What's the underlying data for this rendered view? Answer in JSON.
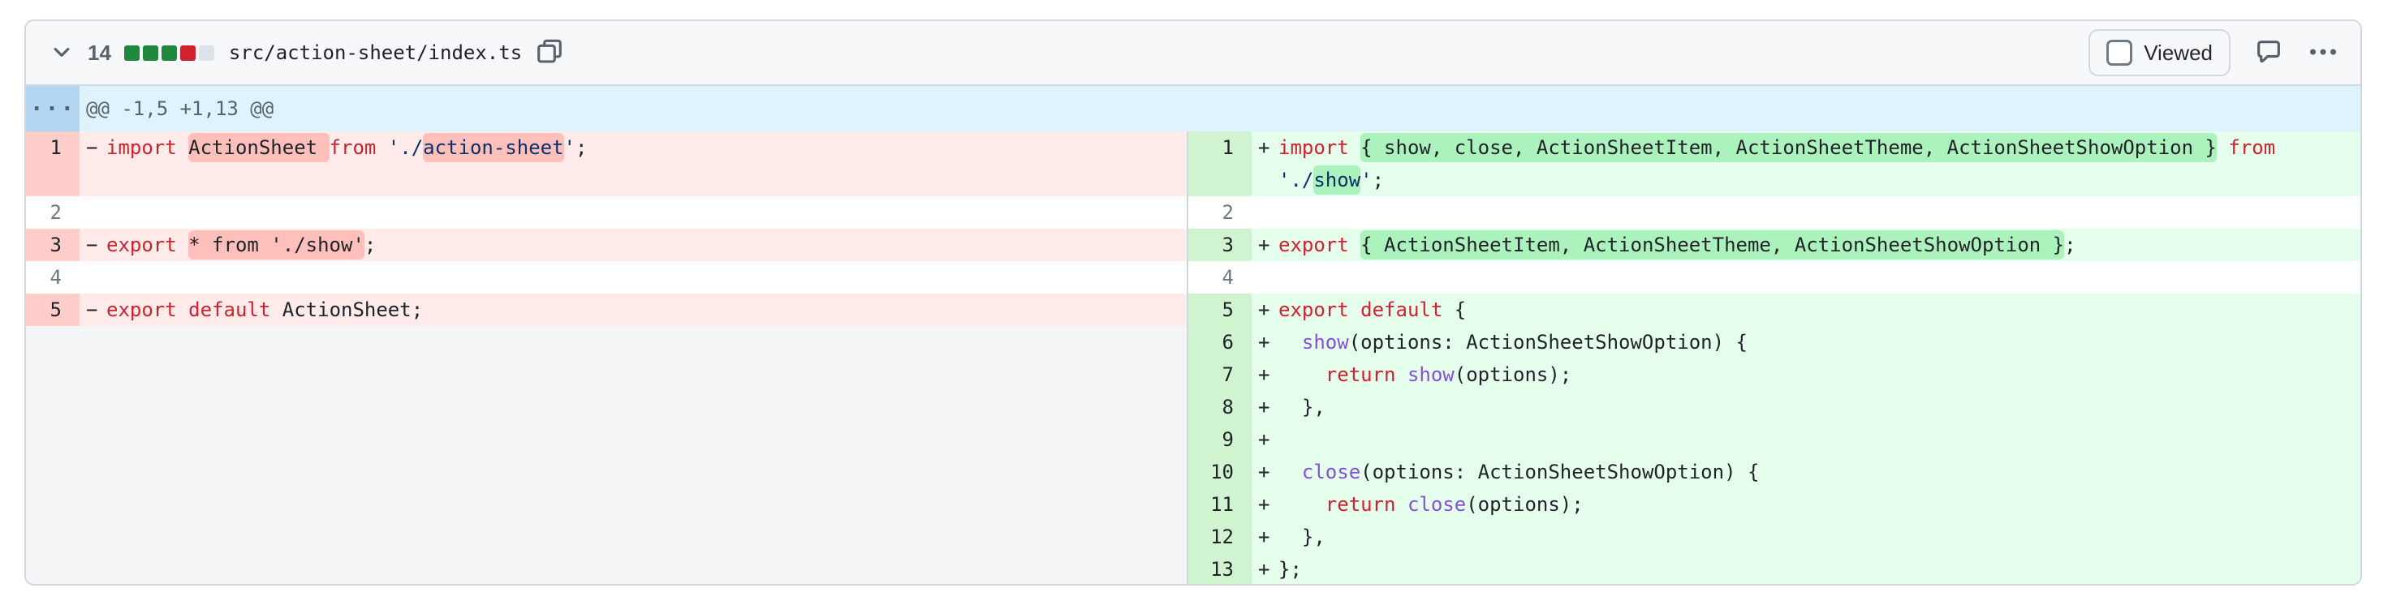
{
  "header": {
    "changes_count": "14",
    "diffstat_squares": [
      "#1f883d",
      "#1f883d",
      "#1f883d",
      "#cf222e",
      "#dde2e8"
    ],
    "filename": "src/action-sheet/index.ts",
    "viewed_label": "Viewed",
    "icons": [
      "chevron-down-icon",
      "copy-icon",
      "comment-icon",
      "kebab-icon"
    ]
  },
  "colors": {
    "deletion_bg": "#ffebe9",
    "deletion_gutter_bg": "#ffcecb",
    "deletion_word_bg": "#ffc0bc",
    "addition_bg": "#e6ffec",
    "addition_gutter_bg": "#d1f4d0",
    "addition_word_bg": "#abf2bc",
    "hunk_bg": "#ddf4ff",
    "hunk_gutter_bg": "#b3d7f3",
    "keyword": "#cf222e",
    "string": "#0a3069",
    "function": "#8250df",
    "border": "#d0d7de"
  },
  "diff": {
    "hunk": {
      "expander": "···",
      "text": "@@ -1,5 +1,13 @@"
    },
    "rows": [
      {
        "h": 80,
        "left": {
          "type": "del",
          "num": "1",
          "marker": "−",
          "tokens": [
            {
              "t": "import",
              "c": "k"
            },
            {
              "t": " ",
              "c": "p"
            },
            {
              "t": "ActionSheet ",
              "c": "p",
              "hl": true
            },
            {
              "t": "from",
              "c": "k"
            },
            {
              "t": " ",
              "c": "p"
            },
            {
              "t": "'./",
              "c": "s"
            },
            {
              "t": "action-sheet",
              "c": "s",
              "hl": true
            },
            {
              "t": "'",
              "c": "s"
            },
            {
              "t": ";",
              "c": "p"
            }
          ]
        },
        "right": {
          "type": "add",
          "num": "1",
          "marker": "+",
          "tokens": [
            {
              "t": "import",
              "c": "k"
            },
            {
              "t": " ",
              "c": "p"
            },
            {
              "t": "{ show, close, ActionSheetItem, ActionSheetTheme, ActionSheetShowOption }",
              "c": "p",
              "hl": true
            },
            {
              "t": " ",
              "c": "p"
            },
            {
              "t": "from",
              "c": "k"
            },
            {
              "t": " ",
              "c": "p"
            },
            {
              "br": true
            },
            {
              "t": "'./",
              "c": "s"
            },
            {
              "t": "show",
              "c": "s",
              "hl": true
            },
            {
              "t": "'",
              "c": "s"
            },
            {
              "t": ";",
              "c": "p"
            }
          ]
        }
      },
      {
        "h": 40,
        "left": {
          "type": "ctx",
          "num": "2",
          "tokens": []
        },
        "right": {
          "type": "ctx",
          "num": "2",
          "tokens": []
        }
      },
      {
        "h": 40,
        "left": {
          "type": "del",
          "num": "3",
          "marker": "−",
          "tokens": [
            {
              "t": "export",
              "c": "k"
            },
            {
              "t": " ",
              "c": "p"
            },
            {
              "t": "* from './show'",
              "c": "p",
              "hl": true
            },
            {
              "t": ";",
              "c": "p"
            }
          ]
        },
        "right": {
          "type": "add",
          "num": "3",
          "marker": "+",
          "tokens": [
            {
              "t": "export",
              "c": "k"
            },
            {
              "t": " ",
              "c": "p"
            },
            {
              "t": "{ ActionSheetItem, ActionSheetTheme, ActionSheetShowOption }",
              "c": "p",
              "hl": true
            },
            {
              "t": ";",
              "c": "p"
            }
          ]
        }
      },
      {
        "h": 40,
        "left": {
          "type": "ctx",
          "num": "4",
          "tokens": []
        },
        "right": {
          "type": "ctx",
          "num": "4",
          "tokens": []
        }
      },
      {
        "h": 40,
        "left": {
          "type": "del",
          "num": "5",
          "marker": "−",
          "tokens": [
            {
              "t": "export",
              "c": "k"
            },
            {
              "t": " ",
              "c": "p"
            },
            {
              "t": "default",
              "c": "k"
            },
            {
              "t": " ",
              "c": "p"
            },
            {
              "t": "ActionSheet;",
              "c": "p"
            }
          ]
        },
        "right": {
          "type": "add",
          "num": "5",
          "marker": "+",
          "tokens": [
            {
              "t": "export",
              "c": "k"
            },
            {
              "t": " ",
              "c": "p"
            },
            {
              "t": "default",
              "c": "k"
            },
            {
              "t": " ",
              "c": "p"
            },
            {
              "t": "{",
              "c": "p"
            }
          ]
        }
      },
      {
        "h": 40,
        "left": {
          "type": "empty"
        },
        "right": {
          "type": "add",
          "num": "6",
          "marker": "+",
          "tokens": [
            {
              "t": "  ",
              "c": "p"
            },
            {
              "t": "show",
              "c": "fn"
            },
            {
              "t": "(options: ActionSheetShowOption) {",
              "c": "p"
            }
          ]
        }
      },
      {
        "h": 40,
        "left": {
          "type": "empty"
        },
        "right": {
          "type": "add",
          "num": "7",
          "marker": "+",
          "tokens": [
            {
              "t": "    ",
              "c": "p"
            },
            {
              "t": "return",
              "c": "k"
            },
            {
              "t": " ",
              "c": "p"
            },
            {
              "t": "show",
              "c": "fn"
            },
            {
              "t": "(options);",
              "c": "p"
            }
          ]
        }
      },
      {
        "h": 40,
        "left": {
          "type": "empty"
        },
        "right": {
          "type": "add",
          "num": "8",
          "marker": "+",
          "tokens": [
            {
              "t": "  },",
              "c": "p"
            }
          ]
        }
      },
      {
        "h": 40,
        "left": {
          "type": "empty"
        },
        "right": {
          "type": "add",
          "num": "9",
          "marker": "+",
          "tokens": []
        }
      },
      {
        "h": 40,
        "left": {
          "type": "empty"
        },
        "right": {
          "type": "add",
          "num": "10",
          "marker": "+",
          "tokens": [
            {
              "t": "  ",
              "c": "p"
            },
            {
              "t": "close",
              "c": "fn"
            },
            {
              "t": "(options: ActionSheetShowOption) {",
              "c": "p"
            }
          ]
        }
      },
      {
        "h": 40,
        "left": {
          "type": "empty"
        },
        "right": {
          "type": "add",
          "num": "11",
          "marker": "+",
          "tokens": [
            {
              "t": "    ",
              "c": "p"
            },
            {
              "t": "return",
              "c": "k"
            },
            {
              "t": " ",
              "c": "p"
            },
            {
              "t": "close",
              "c": "fn"
            },
            {
              "t": "(options);",
              "c": "p"
            }
          ]
        }
      },
      {
        "h": 40,
        "left": {
          "type": "empty"
        },
        "right": {
          "type": "add",
          "num": "12",
          "marker": "+",
          "tokens": [
            {
              "t": "  },",
              "c": "p"
            }
          ]
        }
      },
      {
        "h": 40,
        "left": {
          "type": "empty"
        },
        "right": {
          "type": "add",
          "num": "13",
          "marker": "+",
          "tokens": [
            {
              "t": "};",
              "c": "p"
            }
          ]
        }
      }
    ]
  }
}
